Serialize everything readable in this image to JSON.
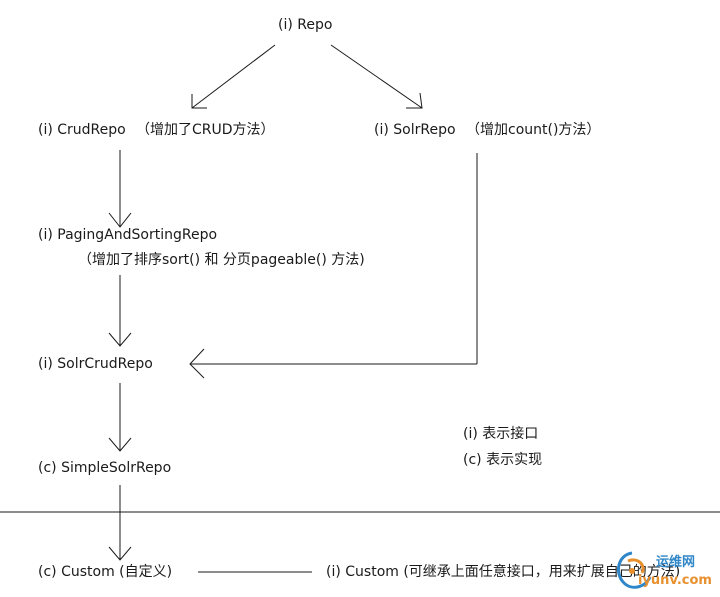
{
  "nodes": {
    "repo": "(i) Repo",
    "crud_repo": "(i) CrudRepo",
    "crud_repo_note": "（增加了CRUD方法）",
    "solr_repo": "(i) SolrRepo",
    "solr_repo_note": "（增加count()方法）",
    "paging_repo": "(i) PagingAndSortingRepo",
    "paging_repo_note": "（增加了排序sort() 和 分页pageable() 方法)",
    "solr_crud_repo": "(i) SolrCrudRepo",
    "simple_solr_repo": "(c) SimpleSolrRepo",
    "custom_impl": "(c) Custom (自定义)",
    "custom_iface": "(i) Custom (可继承上面任意接口，用来扩展自己的方法)"
  },
  "legend": {
    "interface": "(i)  表示接口",
    "implementation": "(c) 表示实现"
  },
  "watermark": {
    "top": "运维网",
    "bottom": "iyunv.com"
  },
  "colors": {
    "line": "#1a1a1a",
    "text": "#1a1a1a",
    "watermark_blue": "#2f86c8",
    "watermark_orange": "#e8902e"
  }
}
